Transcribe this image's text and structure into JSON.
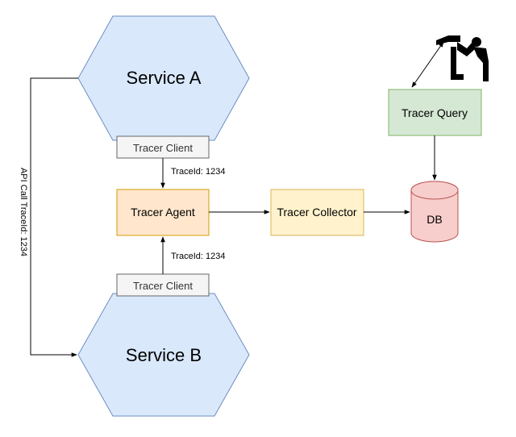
{
  "nodes": {
    "service_a": {
      "label": "Service A"
    },
    "service_b": {
      "label": "Service B"
    },
    "tracer_client_a": {
      "label": "Tracer Client"
    },
    "tracer_client_b": {
      "label": "Tracer Client"
    },
    "tracer_agent": {
      "label": "Tracer Agent"
    },
    "tracer_collector": {
      "label": "Tracer Collector"
    },
    "tracer_query": {
      "label": "Tracer Query"
    },
    "db": {
      "label": "DB"
    }
  },
  "edges": {
    "client_a_to_agent": {
      "label": "TraceId: 1234"
    },
    "client_b_to_agent": {
      "label": "TraceId: 1234"
    },
    "api_call": {
      "label": "API Call TraceId: 1234"
    }
  },
  "colors": {
    "service_fill": "#dae8fc",
    "service_stroke": "#6c8ebf",
    "client_fill": "#f5f5f5",
    "client_stroke": "#666666",
    "agent_fill": "#ffe6cc",
    "agent_stroke": "#d79b00",
    "collector_fill": "#fff2cc",
    "collector_stroke": "#d6b656",
    "query_fill": "#d5e8d4",
    "query_stroke": "#82b366",
    "db_fill": "#f8cecc",
    "db_stroke": "#b85450"
  },
  "icons": {
    "user": "user-at-terminal-icon"
  }
}
